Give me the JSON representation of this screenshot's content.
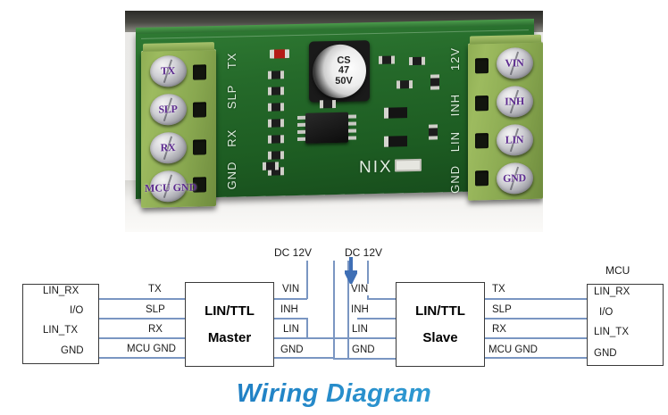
{
  "photo": {
    "alt_name": "lin-ttl-module-photo",
    "board_silkscreen": {
      "left_pins": [
        "TX",
        "SLP",
        "RX",
        "GND"
      ],
      "right_pins": [
        "12V",
        "INH",
        "LIN",
        "GND"
      ],
      "brand": "NIX"
    },
    "capacitor": {
      "line1": "CS",
      "line2": "47",
      "line3": "50V"
    },
    "terminal_left": {
      "screws": [
        "TX",
        "SLP",
        "RX",
        ""
      ],
      "bottom_label": "MCU GND"
    },
    "terminal_right": {
      "screws": [
        "VIN",
        "INH",
        "LIN",
        "GND"
      ]
    }
  },
  "diagram": {
    "title": "Wiring Diagram",
    "left_mcu": {
      "pins": [
        "LIN_RX",
        "I/O",
        "LIN_TX",
        "GND"
      ]
    },
    "master": {
      "title_line1": "LIN/TTL",
      "title_line2": "Master",
      "left_pins": [
        "TX",
        "SLP",
        "RX",
        "MCU GND"
      ],
      "right_pins": [
        "VIN",
        "INH",
        "LIN",
        "GND"
      ],
      "power_label": "DC 12V"
    },
    "slave": {
      "title_line1": "LIN/TTL",
      "title_line2": "Slave",
      "left_pins": [
        "VIN",
        "INH",
        "LIN",
        "GND"
      ],
      "right_pins": [
        "TX",
        "SLP",
        "RX",
        "MCU GND"
      ],
      "power_label": "DC 12V"
    },
    "right_mcu": {
      "caption": "MCU",
      "pins": [
        "LIN_RX",
        "I/O",
        "LIN_TX",
        "GND"
      ]
    }
  },
  "colors": {
    "title_gradient_start": "#1669b8",
    "title_gradient_end": "#4fb3de",
    "wire": "#7a96c2",
    "pcb_green": "#1d5c22",
    "terminal_green": "#8fae54",
    "screw_label_purple": "#5d2b8f"
  }
}
